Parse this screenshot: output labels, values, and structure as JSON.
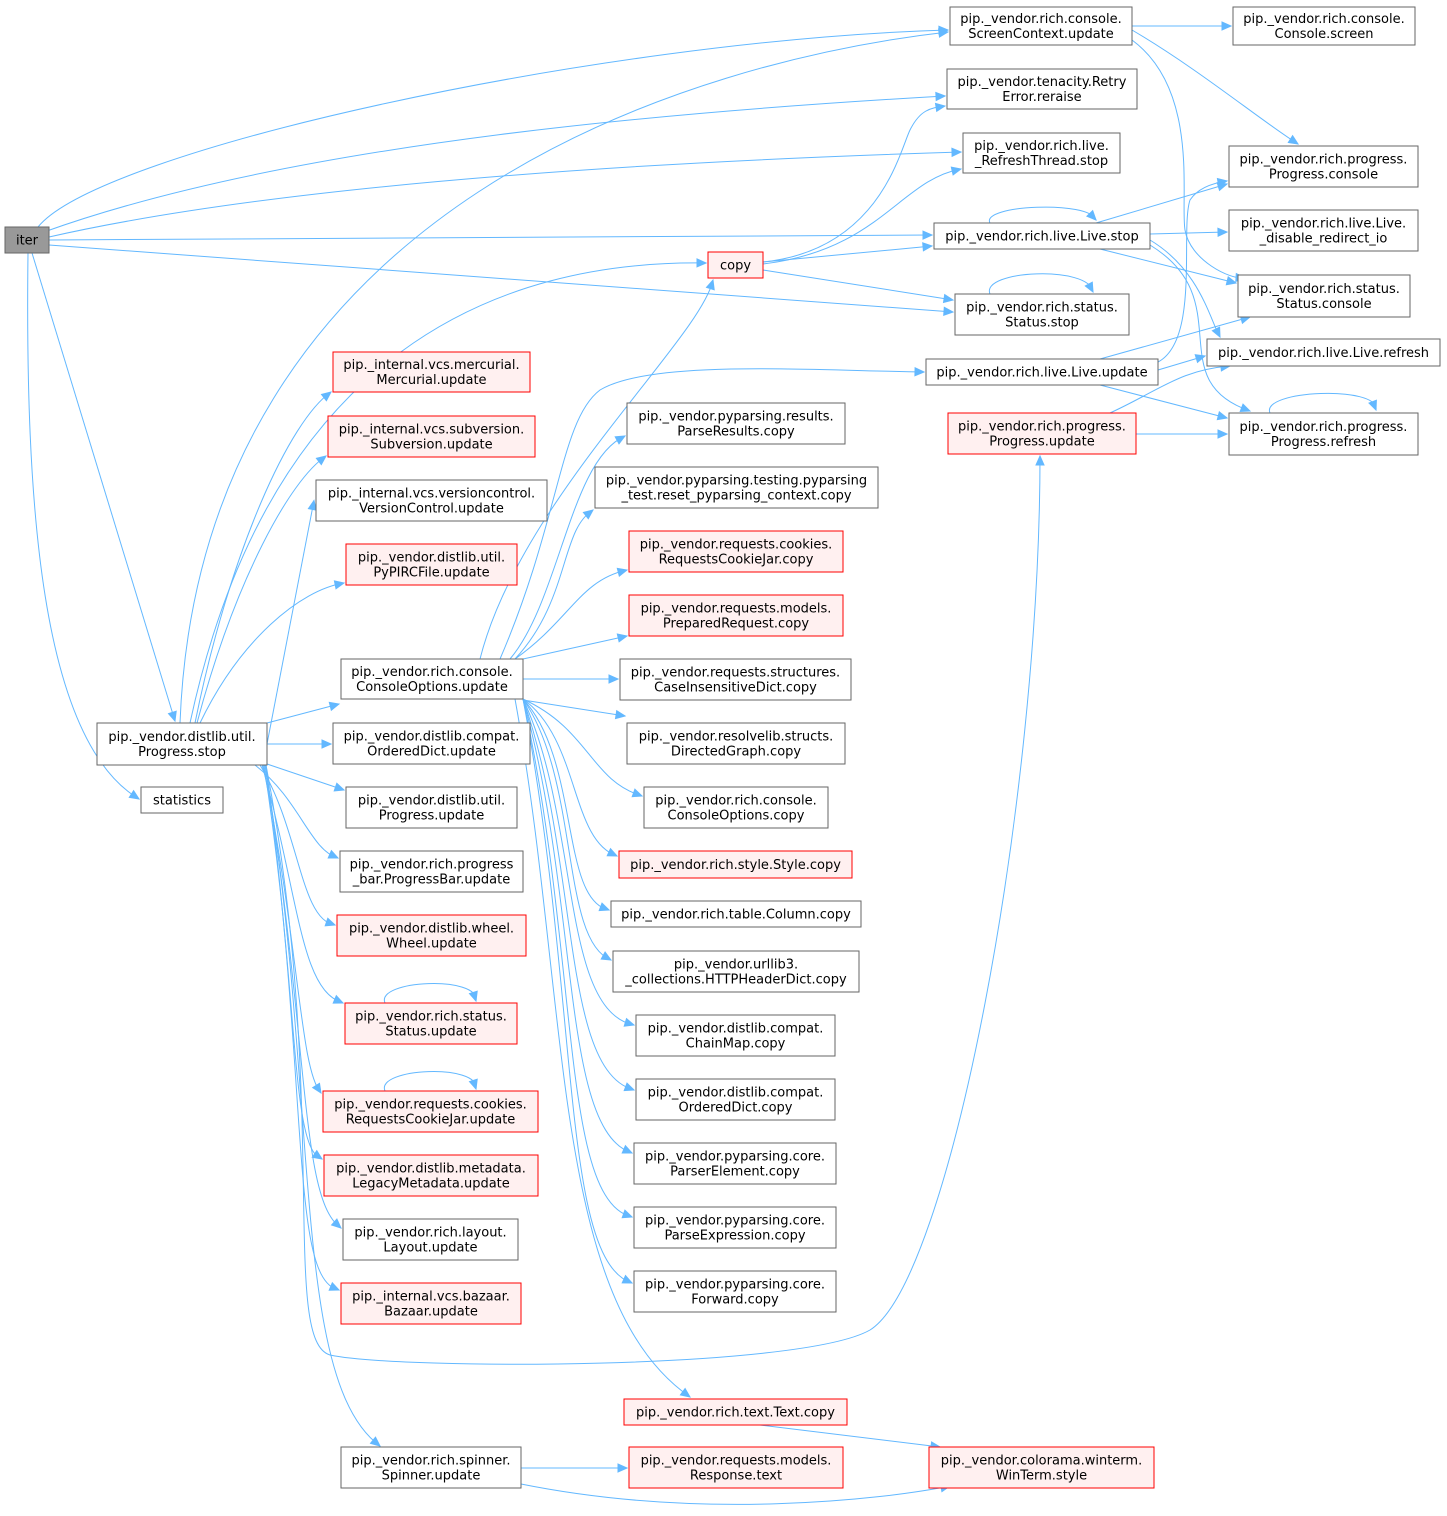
{
  "graph": {
    "colors": {
      "edge": "#63b8ff",
      "root_fill": "#999999",
      "root_border": "#666666",
      "normal_border": "#666666",
      "normal_fill": "#ffffff",
      "truncated_border": "#ff0000",
      "truncated_fill": "#fff0f0"
    },
    "nodes": {
      "iter": {
        "lines": [
          "iter"
        ],
        "style": "root"
      },
      "progress_stop": {
        "lines": [
          "pip._vendor.distlib.util.",
          "Progress.stop"
        ],
        "style": "normal"
      },
      "statistics": {
        "lines": [
          "statistics"
        ],
        "style": "normal"
      },
      "screen_update": {
        "lines": [
          "pip._vendor.rich.console.",
          "ScreenContext.update"
        ],
        "style": "normal"
      },
      "console_screen": {
        "lines": [
          "pip._vendor.rich.console.",
          "Console.screen"
        ],
        "style": "normal"
      },
      "retry_reraise": {
        "lines": [
          "pip._vendor.tenacity.Retry",
          "Error.reraise"
        ],
        "style": "normal"
      },
      "refresh_thread_stop": {
        "lines": [
          "pip._vendor.rich.live.",
          "_RefreshThread.stop"
        ],
        "style": "normal"
      },
      "progress_console": {
        "lines": [
          "pip._vendor.rich.progress.",
          "Progress.console"
        ],
        "style": "normal"
      },
      "live_stop": {
        "lines": [
          "pip._vendor.rich.live.Live.stop"
        ],
        "style": "normal"
      },
      "live_disable": {
        "lines": [
          "pip._vendor.rich.live.Live.",
          "_disable_redirect_io"
        ],
        "style": "normal"
      },
      "copy": {
        "lines": [
          "copy"
        ],
        "style": "truncated"
      },
      "status_stop": {
        "lines": [
          "pip._vendor.rich.status.",
          "Status.stop"
        ],
        "style": "normal"
      },
      "status_console": {
        "lines": [
          "pip._vendor.rich.status.",
          "Status.console"
        ],
        "style": "normal"
      },
      "live_refresh": {
        "lines": [
          "pip._vendor.rich.live.Live.refresh"
        ],
        "style": "normal"
      },
      "mercurial": {
        "lines": [
          "pip._internal.vcs.mercurial.",
          "Mercurial.update"
        ],
        "style": "truncated"
      },
      "live_update": {
        "lines": [
          "pip._vendor.rich.live.Live.update"
        ],
        "style": "normal"
      },
      "subversion": {
        "lines": [
          "pip._internal.vcs.subversion.",
          "Subversion.update"
        ],
        "style": "truncated"
      },
      "parse_results_copy": {
        "lines": [
          "pip._vendor.pyparsing.results.",
          "ParseResults.copy"
        ],
        "style": "normal"
      },
      "rich_progress_update": {
        "lines": [
          "pip._vendor.rich.progress.",
          "Progress.update"
        ],
        "style": "truncated"
      },
      "rich_progress_refresh": {
        "lines": [
          "pip._vendor.rich.progress.",
          "Progress.refresh"
        ],
        "style": "normal"
      },
      "versioncontrol": {
        "lines": [
          "pip._internal.vcs.versioncontrol.",
          "VersionControl.update"
        ],
        "style": "normal"
      },
      "pyparsing_testing_copy": {
        "lines": [
          "pip._vendor.pyparsing.testing.pyparsing",
          "_test.reset_pyparsing_context.copy"
        ],
        "style": "normal"
      },
      "pypirc": {
        "lines": [
          "pip._vendor.distlib.util.",
          "PyPIRCFile.update"
        ],
        "style": "truncated"
      },
      "cookiejar_copy": {
        "lines": [
          "pip._vendor.requests.cookies.",
          "RequestsCookieJar.copy"
        ],
        "style": "truncated"
      },
      "prepared_copy": {
        "lines": [
          "pip._vendor.requests.models.",
          "PreparedRequest.copy"
        ],
        "style": "truncated"
      },
      "console_options_update": {
        "lines": [
          "pip._vendor.rich.console.",
          "ConsoleOptions.update"
        ],
        "style": "normal"
      },
      "cid_copy": {
        "lines": [
          "pip._vendor.requests.structures.",
          "CaseInsensitiveDict.copy"
        ],
        "style": "normal"
      },
      "ordered_update": {
        "lines": [
          "pip._vendor.distlib.compat.",
          "OrderedDict.update"
        ],
        "style": "normal"
      },
      "directed_copy": {
        "lines": [
          "pip._vendor.resolvelib.structs.",
          "DirectedGraph.copy"
        ],
        "style": "normal"
      },
      "distlib_progress_update": {
        "lines": [
          "pip._vendor.distlib.util.",
          "Progress.update"
        ],
        "style": "normal"
      },
      "console_options_copy": {
        "lines": [
          "pip._vendor.rich.console.",
          "ConsoleOptions.copy"
        ],
        "style": "normal"
      },
      "progressbar_update": {
        "lines": [
          "pip._vendor.rich.progress",
          "_bar.ProgressBar.update"
        ],
        "style": "normal"
      },
      "style_copy": {
        "lines": [
          "pip._vendor.rich.style.Style.copy"
        ],
        "style": "truncated"
      },
      "column_copy": {
        "lines": [
          "pip._vendor.rich.table.Column.copy"
        ],
        "style": "normal"
      },
      "wheel_update": {
        "lines": [
          "pip._vendor.distlib.wheel.",
          "Wheel.update"
        ],
        "style": "truncated"
      },
      "httpheader_copy": {
        "lines": [
          "pip._vendor.urllib3.",
          "_collections.HTTPHeaderDict.copy"
        ],
        "style": "normal"
      },
      "status_update": {
        "lines": [
          "pip._vendor.rich.status.",
          "Status.update"
        ],
        "style": "truncated"
      },
      "chainmap_copy": {
        "lines": [
          "pip._vendor.distlib.compat.",
          "ChainMap.copy"
        ],
        "style": "normal"
      },
      "cookiejar_update": {
        "lines": [
          "pip._vendor.requests.cookies.",
          "RequestsCookieJar.update"
        ],
        "style": "truncated"
      },
      "ordered_copy": {
        "lines": [
          "pip._vendor.distlib.compat.",
          "OrderedDict.copy"
        ],
        "style": "normal"
      },
      "legacy_update": {
        "lines": [
          "pip._vendor.distlib.metadata.",
          "LegacyMetadata.update"
        ],
        "style": "truncated"
      },
      "parser_element_copy": {
        "lines": [
          "pip._vendor.pyparsing.core.",
          "ParserElement.copy"
        ],
        "style": "normal"
      },
      "layout_update": {
        "lines": [
          "pip._vendor.rich.layout.",
          "Layout.update"
        ],
        "style": "normal"
      },
      "parse_expression_copy": {
        "lines": [
          "pip._vendor.pyparsing.core.",
          "ParseExpression.copy"
        ],
        "style": "normal"
      },
      "bazaar_update": {
        "lines": [
          "pip._internal.vcs.bazaar.",
          "Bazaar.update"
        ],
        "style": "truncated"
      },
      "forward_copy": {
        "lines": [
          "pip._vendor.pyparsing.core.",
          "Forward.copy"
        ],
        "style": "normal"
      },
      "text_copy": {
        "lines": [
          "pip._vendor.rich.text.Text.copy"
        ],
        "style": "truncated"
      },
      "spinner_update": {
        "lines": [
          "pip._vendor.rich.spinner.",
          "Spinner.update"
        ],
        "style": "normal"
      },
      "response_text": {
        "lines": [
          "pip._vendor.requests.models.",
          "Response.text"
        ],
        "style": "truncated"
      },
      "winterm_style": {
        "lines": [
          "pip._vendor.colorama.winterm.",
          "WinTerm.style"
        ],
        "style": "truncated"
      }
    },
    "edges": [
      [
        "iter",
        "progress_stop"
      ],
      [
        "iter",
        "statistics"
      ],
      [
        "iter",
        "screen_update"
      ],
      [
        "iter",
        "retry_reraise"
      ],
      [
        "iter",
        "refresh_thread_stop"
      ],
      [
        "iter",
        "live_stop"
      ],
      [
        "iter",
        "status_stop"
      ],
      [
        "progress_stop",
        "screen_update"
      ],
      [
        "progress_stop",
        "copy"
      ],
      [
        "progress_stop",
        "mercurial"
      ],
      [
        "progress_stop",
        "subversion"
      ],
      [
        "progress_stop",
        "versioncontrol"
      ],
      [
        "progress_stop",
        "pypirc"
      ],
      [
        "progress_stop",
        "console_options_update"
      ],
      [
        "progress_stop",
        "ordered_update"
      ],
      [
        "progress_stop",
        "distlib_progress_update"
      ],
      [
        "progress_stop",
        "progressbar_update"
      ],
      [
        "progress_stop",
        "wheel_update"
      ],
      [
        "progress_stop",
        "status_update"
      ],
      [
        "progress_stop",
        "cookiejar_update"
      ],
      [
        "progress_stop",
        "legacy_update"
      ],
      [
        "progress_stop",
        "layout_update"
      ],
      [
        "progress_stop",
        "bazaar_update"
      ],
      [
        "progress_stop",
        "rich_progress_update"
      ],
      [
        "progress_stop",
        "spinner_update"
      ],
      [
        "screen_update",
        "console_screen"
      ],
      [
        "screen_update",
        "progress_console"
      ],
      [
        "screen_update",
        "status_console"
      ],
      [
        "copy",
        "retry_reraise"
      ],
      [
        "copy",
        "refresh_thread_stop"
      ],
      [
        "copy",
        "live_stop"
      ],
      [
        "copy",
        "status_stop"
      ],
      [
        "live_stop",
        "live_stop"
      ],
      [
        "live_stop",
        "progress_console"
      ],
      [
        "live_stop",
        "live_disable"
      ],
      [
        "live_stop",
        "status_console"
      ],
      [
        "live_stop",
        "live_refresh"
      ],
      [
        "live_stop",
        "rich_progress_refresh"
      ],
      [
        "status_stop",
        "status_stop"
      ],
      [
        "live_update",
        "status_console"
      ],
      [
        "live_update",
        "live_refresh"
      ],
      [
        "live_update",
        "progress_console"
      ],
      [
        "live_update",
        "rich_progress_refresh"
      ],
      [
        "rich_progress_update",
        "live_refresh"
      ],
      [
        "rich_progress_update",
        "rich_progress_refresh"
      ],
      [
        "rich_progress_refresh",
        "rich_progress_refresh"
      ],
      [
        "console_options_update",
        "copy"
      ],
      [
        "console_options_update",
        "live_update"
      ],
      [
        "console_options_update",
        "parse_results_copy"
      ],
      [
        "console_options_update",
        "pyparsing_testing_copy"
      ],
      [
        "console_options_update",
        "cookiejar_copy"
      ],
      [
        "console_options_update",
        "prepared_copy"
      ],
      [
        "console_options_update",
        "cid_copy"
      ],
      [
        "console_options_update",
        "directed_copy"
      ],
      [
        "console_options_update",
        "console_options_copy"
      ],
      [
        "console_options_update",
        "style_copy"
      ],
      [
        "console_options_update",
        "column_copy"
      ],
      [
        "console_options_update",
        "httpheader_copy"
      ],
      [
        "console_options_update",
        "chainmap_copy"
      ],
      [
        "console_options_update",
        "ordered_copy"
      ],
      [
        "console_options_update",
        "parser_element_copy"
      ],
      [
        "console_options_update",
        "parse_expression_copy"
      ],
      [
        "console_options_update",
        "forward_copy"
      ],
      [
        "console_options_update",
        "text_copy"
      ],
      [
        "status_update",
        "status_update"
      ],
      [
        "cookiejar_update",
        "cookiejar_update"
      ],
      [
        "text_copy",
        "winterm_style"
      ],
      [
        "spinner_update",
        "response_text"
      ],
      [
        "spinner_update",
        "winterm_style"
      ]
    ]
  }
}
